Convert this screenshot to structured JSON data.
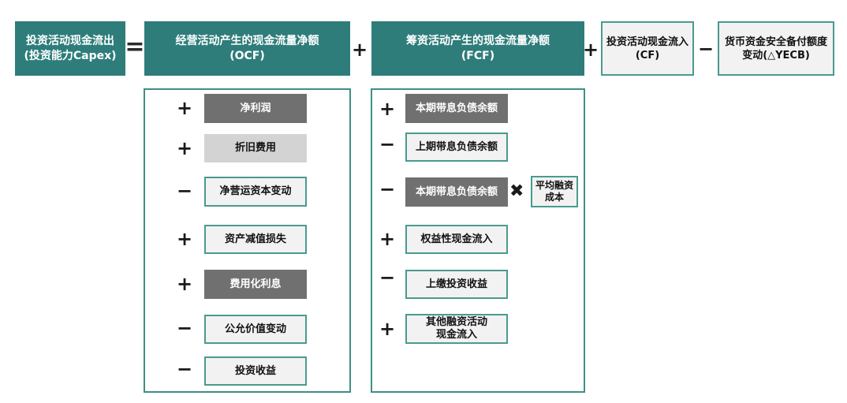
{
  "header": {
    "capex": {
      "line1": "投资活动现金流出",
      "line2": "(投资能力Capex)"
    },
    "eq": "=",
    "ocf": {
      "line1": "经营活动产生的现金流量净额",
      "line2": "(OCF)"
    },
    "plus1": "+",
    "fcf": {
      "line1": "筹资活动产生的现金流量净额",
      "line2": "(FCF)"
    },
    "plus2": "+",
    "cf": {
      "line1": "投资活动现金流入",
      "line2": "(CF)"
    },
    "minus": "−",
    "yecb": {
      "line1": "货币资金安全备付额度",
      "line2": "变动(△YECB)"
    }
  },
  "ocf_items": [
    {
      "op": "+",
      "label": "净利润"
    },
    {
      "op": "+",
      "label": "折旧费用"
    },
    {
      "op": "−",
      "label": "净营运资本变动"
    },
    {
      "op": "+",
      "label": "资产减值损失"
    },
    {
      "op": "+",
      "label": "费用化利息"
    },
    {
      "op": "−",
      "label": "公允价值变动"
    },
    {
      "op": "−",
      "label": "投资收益"
    }
  ],
  "fcf_items": [
    {
      "op": "+",
      "label": "本期带息负债余额"
    },
    {
      "op": "−",
      "label": "上期带息负债余额"
    },
    {
      "op": "−",
      "label": "本期带息负债余额"
    },
    {
      "op": "+",
      "label": "权益性现金流入"
    },
    {
      "op": "−",
      "label": "上缴投资收益"
    },
    {
      "op": "+",
      "label": "其他融资活动",
      "label2": "现金流入"
    }
  ],
  "cost": {
    "times": "✖",
    "line1": "平均融资",
    "line2": "成本"
  }
}
